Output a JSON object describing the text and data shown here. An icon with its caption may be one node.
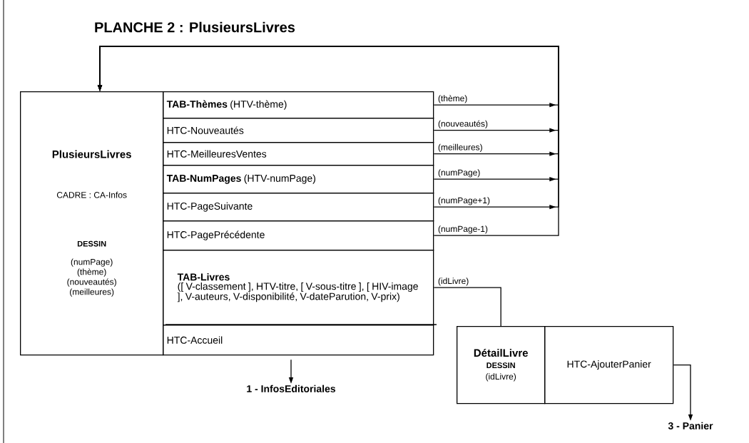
{
  "diagram": {
    "title": "PLANCHE 2 : PlusieursLivres",
    "nodes": [
      {
        "text": [
          "PlusieursLivres",
          "CADRE : CA-Infos",
          "DESSIN",
          "(numPage) (thème) (nouveautés) (meilleures)"
        ]
      },
      {
        "text": [
          "**TAB-Thèmes** (HTV-thème)"
        ]
      },
      {
        "text": [
          "HTC-Nouveautés"
        ]
      },
      {
        "text": [
          "HTC-MeilleuresVentes"
        ]
      },
      {
        "text": [
          "**TAB-NumPages** (HTV-numPage)"
        ]
      },
      {
        "text": [
          "HTC-PageSuivante"
        ]
      },
      {
        "text": [
          "HTC-PagePrécédente"
        ]
      },
      {
        "text": [
          "TAB-Livres",
          "([ V-classement ], HTV-titre, [ V-sous-titre ], [ HIV-image ], V-auteurs, V-disponibilité, V-dateParution, V-prix)"
        ]
      },
      {
        "text": [
          "HTC-Accueil"
        ]
      },
      {
        "text": [
          "1 - InfosEditoriales"
        ]
      },
      {
        "text": [
          "DétailLivre",
          "DESSIN",
          "(idLivre)"
        ]
      },
      {
        "text": [
          "HTC-AjouterPanier"
        ]
      },
      {
        "text": [
          "3 - Panier"
        ]
      }
    ],
    "edges": [
      {
        "from": 1,
        "to": 0,
        "arrow": "to",
        "label": "(thème)"
      },
      {
        "from": 2,
        "to": 0,
        "arrow": "to",
        "label": "(nouveautés)"
      },
      {
        "from": 3,
        "to": 0,
        "arrow": "to",
        "label": "(meilleures)"
      },
      {
        "from": 4,
        "to": 0,
        "arrow": "to",
        "label": "(numPage)"
      },
      {
        "from": 5,
        "to": 0,
        "arrow": "to",
        "label": "(numPage+1)"
      },
      {
        "from": 6,
        "to": 0,
        "arrow": "to",
        "label": "(numPage-1)"
      },
      {
        "from": 7,
        "to": 10,
        "arrow": "none",
        "label": "(idLivre)"
      },
      {
        "from": 8,
        "to": 9,
        "arrow": "to"
      },
      {
        "from": 11,
        "to": 12,
        "arrow": "to"
      }
    ]
  }
}
